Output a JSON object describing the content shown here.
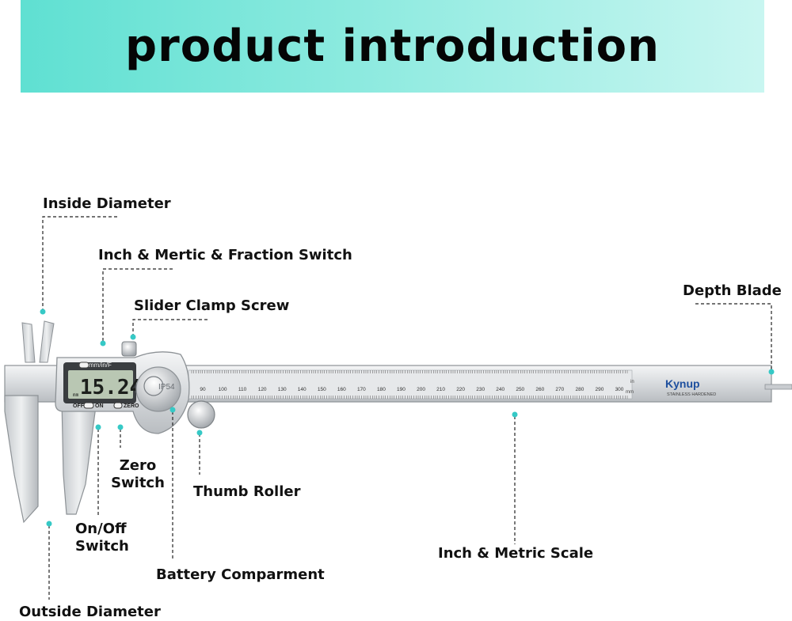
{
  "title": "product introduction",
  "labels": {
    "inside_diameter": "Inside Diameter",
    "inch_metric_fraction_switch": "Inch & Mertic & Fraction Switch",
    "slider_clamp_screw": "Slider Clamp Screw",
    "depth_blade": "Depth Blade",
    "zero_switch_line1": "Zero",
    "zero_switch_line2": "Switch",
    "thumb_roller": "Thumb Roller",
    "on_off_switch_line1": "On/Off",
    "on_off_switch_line2": "Switch",
    "inch_metric_scale": "Inch & Metric Scale",
    "battery_compartment": "Battery Comparment",
    "outside_diameter": "Outside Diameter"
  },
  "caliper": {
    "display_reading": "15.24",
    "display_unit": "mm",
    "unit_button_label": "mm/in/F",
    "off_label": "OFF",
    "on_label": "ON",
    "zero_label": "ZERO",
    "ip_rating": "IP54",
    "brand": "Kynup",
    "brand_subtitle": "STAINLESS HARDENED",
    "scale_unit_mm": "mm",
    "scale_unit_in": "in",
    "metric_ticks": [
      "90",
      "100",
      "110",
      "120",
      "130",
      "140",
      "150",
      "160",
      "170",
      "180",
      "190",
      "200",
      "210",
      "220",
      "230",
      "240",
      "250",
      "260",
      "270",
      "280",
      "290",
      "300"
    ]
  },
  "colors": {
    "accent_dot": "#36c9c6",
    "banner_start": "#5fe0d2",
    "banner_end": "#c9f6f1",
    "lcd": "#b9c7b3",
    "brand_blue": "#1d4f9e",
    "brand_orange": "#e08a1e"
  }
}
